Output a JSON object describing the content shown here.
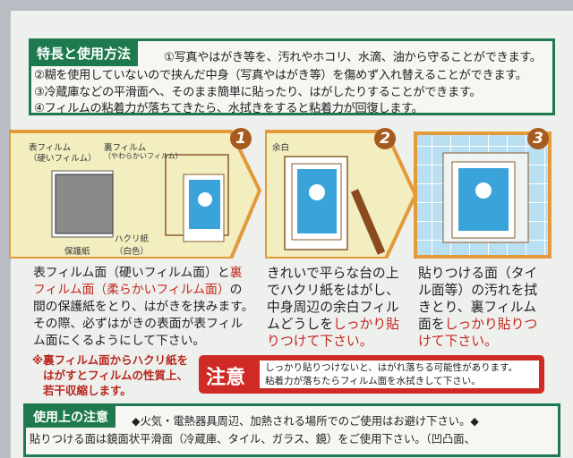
{
  "features": {
    "title": "特長と使用方法",
    "items": [
      "①写真やはがき等を、汚れやホコリ、水滴、油から守ることができます。",
      "②糊を使用していないので挟んだ中身（写真やはがき等）を傷めず入れ替えることができます。",
      "③冷蔵庫などの平滑面へ、そのまま簡単に貼ったり、はがしたりすることができます。",
      "④フィルムの粘着力が落ちてきたら、水拭きをすると粘着力が回復します。"
    ]
  },
  "steps": [
    {
      "number": "1",
      "labels": {
        "front_film": "表フィルム",
        "front_film_sub": "（硬いフィルム）",
        "back_film": "裏フィルム",
        "back_film_sub": "（やわらかいフィルム）",
        "protective_paper": "保護紙",
        "release_paper": "ハクリ紙",
        "release_paper_sub": "（白色）"
      }
    },
    {
      "number": "2",
      "labels": {
        "margin": "余白"
      }
    },
    {
      "number": "3"
    }
  ],
  "instructions": {
    "col1": {
      "a": "表フィルム面（硬いフィルム面）と",
      "b": "裏",
      "c": "フィルム面（柔らかいフィルム面）",
      "d": "の",
      "e": "間の保護紙をとり、はがきを挟みます。",
      "f": "その際、必ずはがきの表面が表フィル",
      "g": "ム面にくるようにして下さい。"
    },
    "col2": {
      "a": "きれいで平らな台の上",
      "b": "でハクリ紙をはがし、",
      "c": "中身周辺の余白フィル",
      "d": "ムどうしを",
      "e": "しっかり貼",
      "f": "りつけて下さい。"
    },
    "col3": {
      "a": "貼りつける面（タイ",
      "b": "ル面等）の汚れを拭",
      "c": "きとり、裏フィルム",
      "d": "面を",
      "e": "しっかり貼りつ",
      "f": "けて下さい。"
    },
    "note": [
      "※裏フィルム面からハクリ紙を",
      "はがすとフィルムの性質上、",
      "若干収縮します。"
    ]
  },
  "caution": {
    "title": "注意",
    "lines": [
      "しっかり貼りつけないと、はがれ落ちる可能性があります。",
      "粘着力が落ちたらフィルム面を水拭きして下さい。"
    ]
  },
  "usage": {
    "title": "使用上の注意",
    "lines": [
      "◆火気・電熱器具周辺、加熱される場所でのご使用はお避け下さい。◆",
      "貼りつける面は鏡面状平滑面（冷蔵庫、タイル、ガラス、鏡）をご使用下さい。（凹凸面、"
    ]
  },
  "colors": {
    "green": "#1e7a4e",
    "red": "#cf2a26",
    "orange": "#e39a3a",
    "panel_yellow": "#f2eec0",
    "photo_blue": "#3aa3da",
    "tile_blue": "#b8dff2"
  }
}
